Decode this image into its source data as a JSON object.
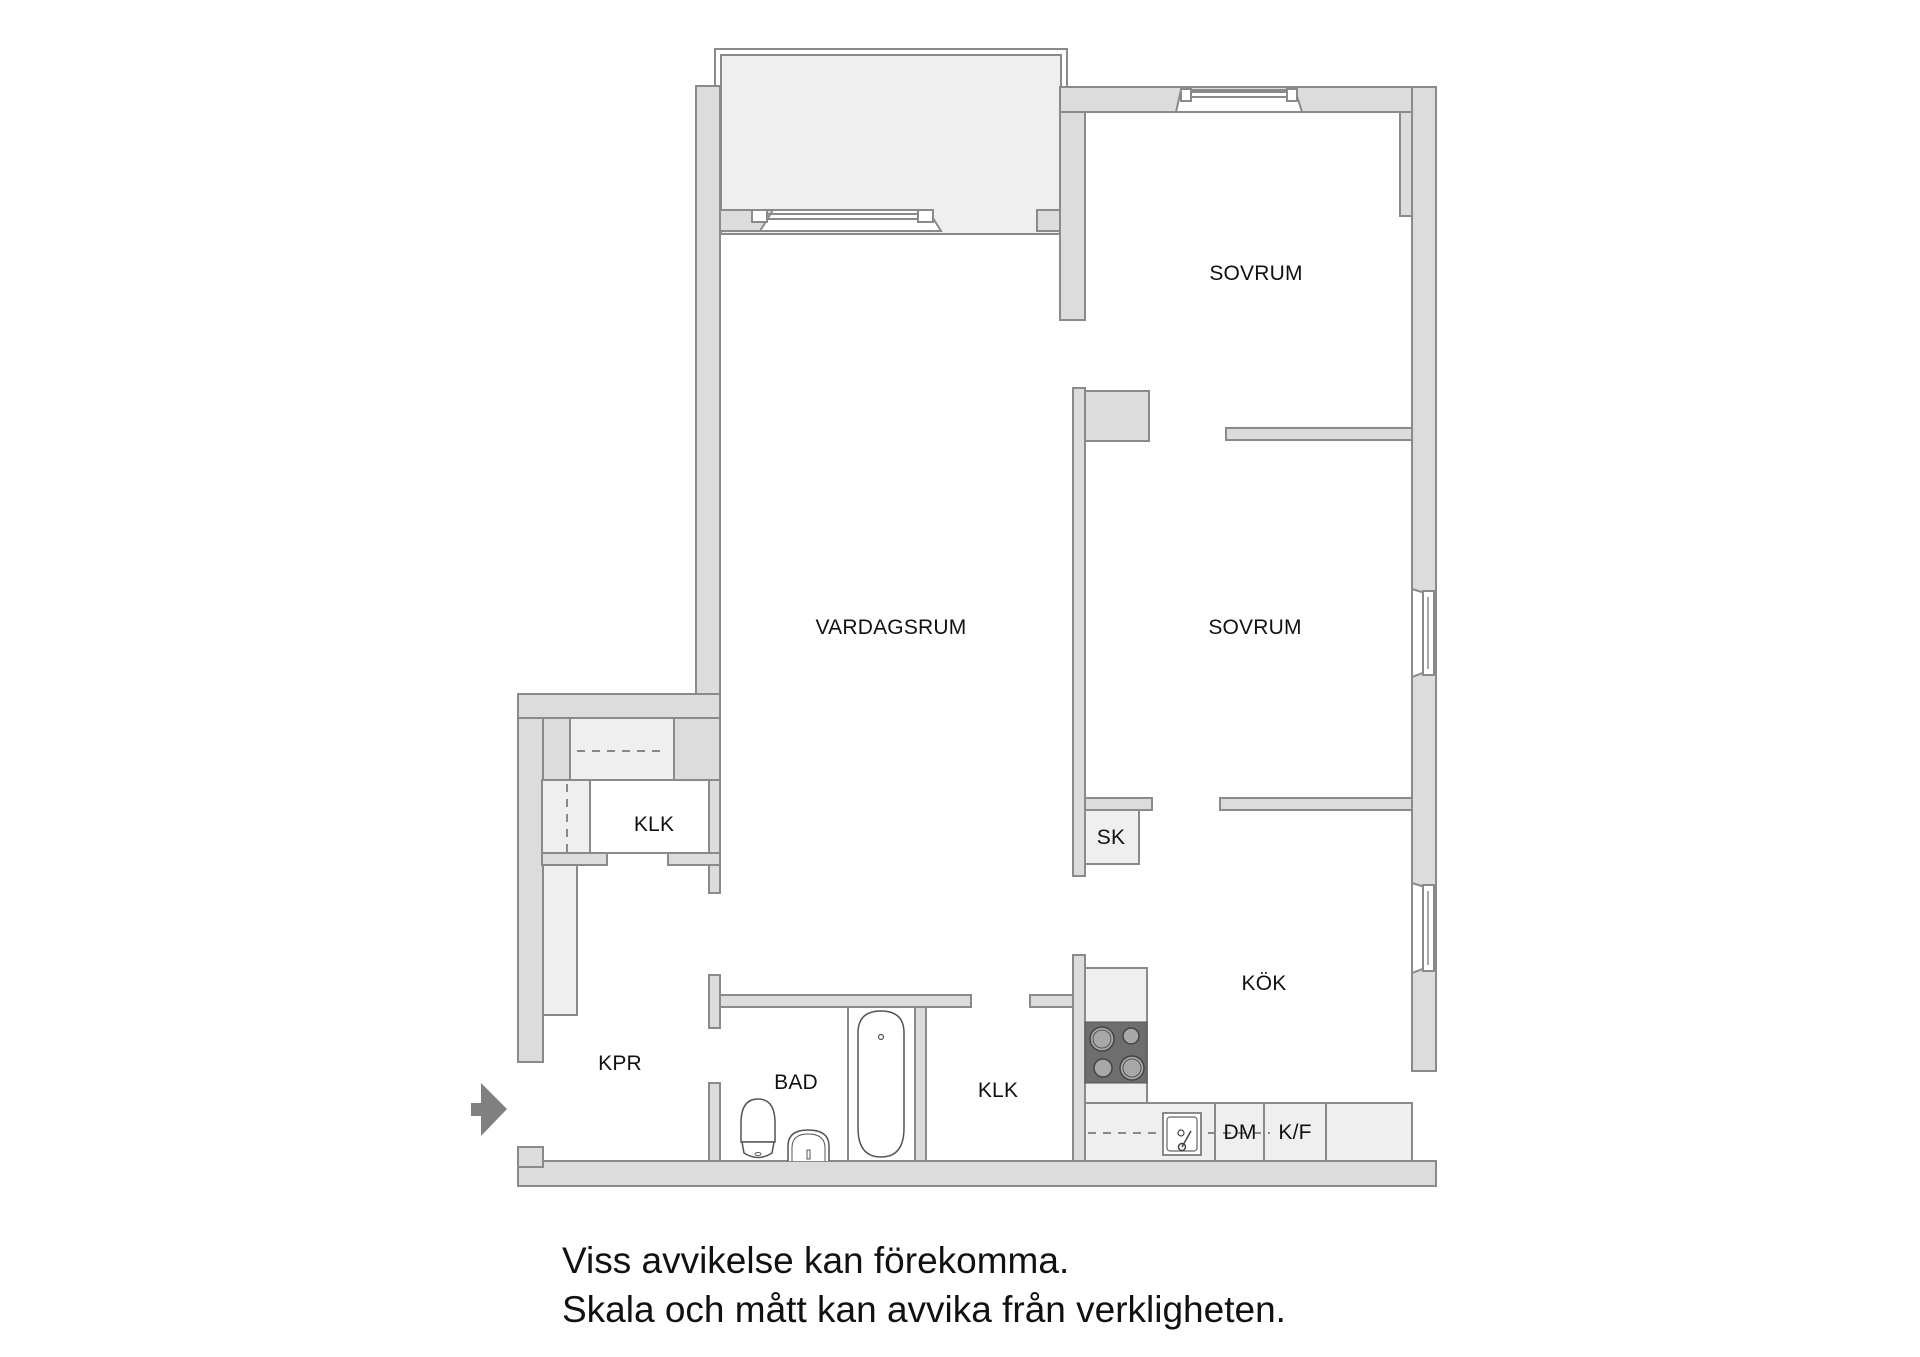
{
  "rooms": {
    "balcony": {
      "label": ""
    },
    "living_room": {
      "label": "VARDAGSRUM"
    },
    "bedroom_1": {
      "label": "SOVRUM"
    },
    "bedroom_2": {
      "label": "SOVRUM"
    },
    "kitchen": {
      "label": "KÖK"
    },
    "closet_1": {
      "label": "KLK"
    },
    "closet_2": {
      "label": "KLK"
    },
    "hallway": {
      "label": "KPR"
    },
    "bathroom": {
      "label": "BAD"
    },
    "wardrobe": {
      "label": "SK"
    },
    "dishwasher": {
      "label": "DM"
    },
    "fridge_freezer": {
      "label": "K/F"
    }
  },
  "icons": {
    "entry": "entry-arrow-icon",
    "stove": "stove-icon",
    "kitchen_sink": "kitchen-sink-icon",
    "toilet": "toilet-icon",
    "wash_basin": "wash-basin-icon",
    "bathtub": "bathtub-icon",
    "window": "window-icon"
  },
  "colors": {
    "wall": "#dcdcdc",
    "wall_stroke": "#8a8a8a",
    "fixture_fill": "#efefef",
    "stove": "#6e6e6e",
    "arrow": "#808080",
    "text": "#111111"
  },
  "disclaimer": {
    "line1": "Viss avvikelse kan förekomma.",
    "line2": "Skala och mått kan avvika från verkligheten."
  }
}
